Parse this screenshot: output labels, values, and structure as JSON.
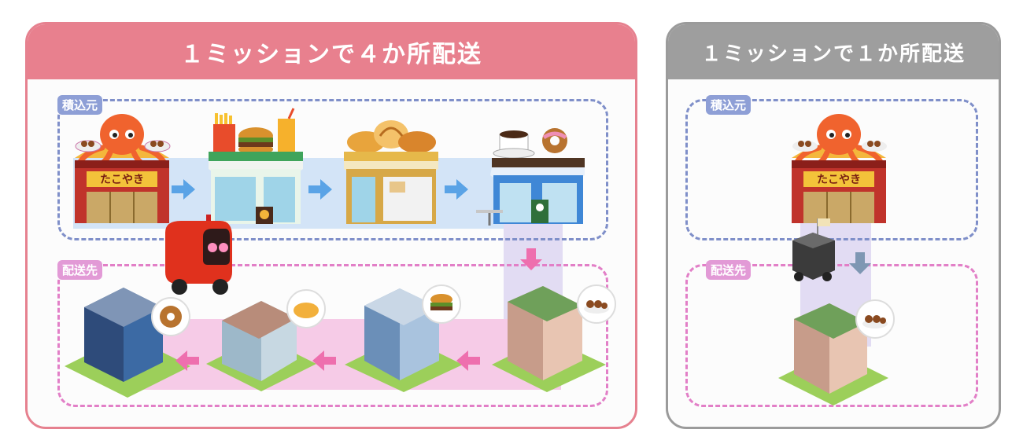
{
  "left_panel": {
    "title": "１ミッションで４か所配送",
    "load_label": "積込元",
    "delivery_label": "配送先",
    "takoyaki_sign": "たこやき"
  },
  "right_panel": {
    "title": "１ミッションで１か所配送",
    "load_label": "積込元",
    "delivery_label": "配送先",
    "takoyaki_sign": "たこやき"
  },
  "colors": {
    "left_accent": "#e8808e",
    "right_accent": "#9e9e9e",
    "load_dash": "#7f8fc9",
    "delivery_dash": "#e27fc7",
    "load_band": "#d3e4f7",
    "delivery_band": "#f6cbe7",
    "arrow_blue": "#5aa3e6",
    "arrow_pink": "#ee6fae"
  },
  "icons": {
    "left_load_row": [
      "takoyaki-shop-icon",
      "burger-shop-icon",
      "bakery-shop-icon",
      "cafe-shop-icon"
    ],
    "left_delivery_row": [
      "office-tower-donut-icon",
      "apartment-bread-icon",
      "office-block-burger-icon",
      "hotel-takoyaki-icon"
    ],
    "robots": [
      "delivery-robot-red-icon",
      "delivery-robot-gray-icon"
    ]
  }
}
